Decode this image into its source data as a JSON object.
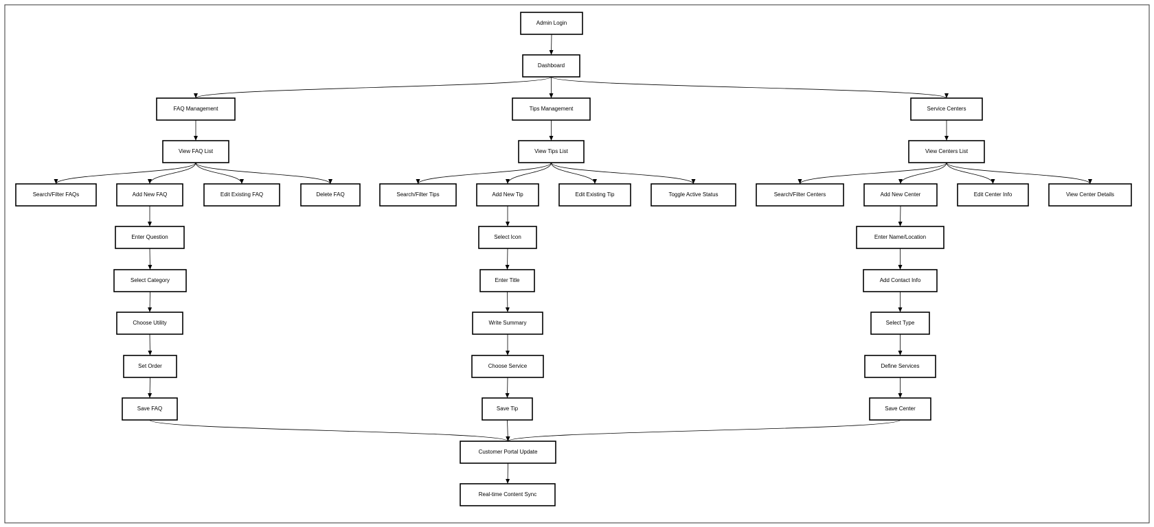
{
  "nodes": {
    "admin_login": "Admin Login",
    "dashboard": "Dashboard",
    "faq_mgmt": "FAQ Management",
    "tips_mgmt": "Tips Management",
    "service_centers": "Service Centers",
    "view_faq_list": "View FAQ List",
    "view_tips_list": "View Tips List",
    "view_centers_list": "View Centers List",
    "search_faqs": "Search/Filter FAQs",
    "add_faq": "Add New FAQ",
    "edit_faq": "Edit Existing FAQ",
    "delete_faq": "Delete FAQ",
    "search_tips": "Search/Filter Tips",
    "add_tip": "Add New Tip",
    "edit_tip": "Edit Existing Tip",
    "toggle_status": "Toggle Active Status",
    "search_centers": "Search/Filter Centers",
    "add_center": "Add New Center",
    "edit_center": "Edit Center Info",
    "view_center_details": "View Center Details",
    "enter_question": "Enter Question",
    "select_category": "Select Category",
    "choose_utility": "Choose Utility",
    "set_order": "Set Order",
    "save_faq": "Save FAQ",
    "select_icon": "Select Icon",
    "enter_title": "Enter Title",
    "write_summary": "Write Summary",
    "choose_service": "Choose Service",
    "save_tip": "Save Tip",
    "enter_name_location": "Enter Name/Location",
    "add_contact_info": "Add Contact Info",
    "select_type": "Select Type",
    "define_services": "Define Services",
    "save_center": "Save Center",
    "portal_update": "Customer Portal Update",
    "content_sync": "Real-time Content Sync"
  },
  "edges": [
    [
      "admin_login",
      "dashboard"
    ],
    [
      "dashboard",
      "faq_mgmt"
    ],
    [
      "dashboard",
      "tips_mgmt"
    ],
    [
      "dashboard",
      "service_centers"
    ],
    [
      "faq_mgmt",
      "view_faq_list"
    ],
    [
      "tips_mgmt",
      "view_tips_list"
    ],
    [
      "service_centers",
      "view_centers_list"
    ],
    [
      "view_faq_list",
      "search_faqs"
    ],
    [
      "view_faq_list",
      "add_faq"
    ],
    [
      "view_faq_list",
      "edit_faq"
    ],
    [
      "view_faq_list",
      "delete_faq"
    ],
    [
      "view_tips_list",
      "search_tips"
    ],
    [
      "view_tips_list",
      "add_tip"
    ],
    [
      "view_tips_list",
      "edit_tip"
    ],
    [
      "view_tips_list",
      "toggle_status"
    ],
    [
      "view_centers_list",
      "search_centers"
    ],
    [
      "view_centers_list",
      "add_center"
    ],
    [
      "view_centers_list",
      "edit_center"
    ],
    [
      "view_centers_list",
      "view_center_details"
    ],
    [
      "add_faq",
      "enter_question"
    ],
    [
      "enter_question",
      "select_category"
    ],
    [
      "select_category",
      "choose_utility"
    ],
    [
      "choose_utility",
      "set_order"
    ],
    [
      "set_order",
      "save_faq"
    ],
    [
      "add_tip",
      "select_icon"
    ],
    [
      "select_icon",
      "enter_title"
    ],
    [
      "enter_title",
      "write_summary"
    ],
    [
      "write_summary",
      "choose_service"
    ],
    [
      "choose_service",
      "save_tip"
    ],
    [
      "add_center",
      "enter_name_location"
    ],
    [
      "enter_name_location",
      "add_contact_info"
    ],
    [
      "add_contact_info",
      "select_type"
    ],
    [
      "select_type",
      "define_services"
    ],
    [
      "define_services",
      "save_center"
    ],
    [
      "save_faq",
      "portal_update"
    ],
    [
      "save_tip",
      "portal_update"
    ],
    [
      "save_center",
      "portal_update"
    ],
    [
      "portal_update",
      "content_sync"
    ]
  ]
}
